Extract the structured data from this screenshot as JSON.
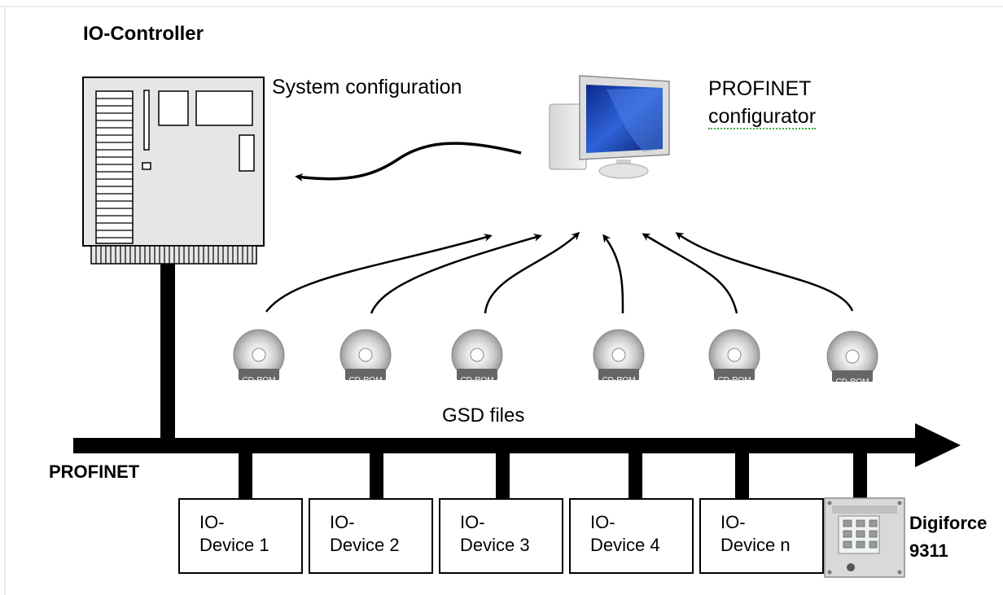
{
  "controller": {
    "title": "IO-Controller"
  },
  "system_config": {
    "label": "System configuration"
  },
  "configurator": {
    "line1": "PROFINET",
    "line2": "configurator"
  },
  "gsd": {
    "label": "GSD files",
    "cd_label": "CD-ROM"
  },
  "bus": {
    "label": "PROFINET"
  },
  "devices": [
    {
      "line1": "IO-",
      "line2": "Device 1"
    },
    {
      "line1": "IO-",
      "line2": "Device 2"
    },
    {
      "line1": "IO-",
      "line2": "Device 3"
    },
    {
      "line1": "IO-",
      "line2": "Device 4"
    },
    {
      "line1": "IO-",
      "line2": "Device n"
    }
  ],
  "digiforce": {
    "line1": "Digiforce",
    "line2": "9311"
  }
}
